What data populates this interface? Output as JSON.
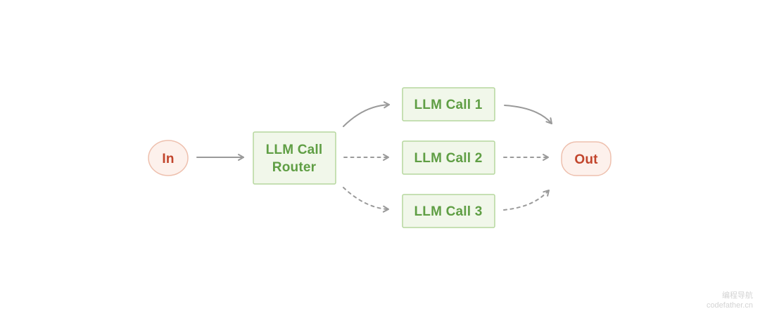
{
  "diagram": {
    "nodes": {
      "in": {
        "label": "In",
        "shape": "ellipse"
      },
      "router": {
        "lines": [
          "LLM Call",
          "Router"
        ],
        "shape": "rect"
      },
      "call1": {
        "label": "LLM Call 1",
        "shape": "rect"
      },
      "call2": {
        "label": "LLM Call 2",
        "shape": "rect"
      },
      "call3": {
        "label": "LLM Call 3",
        "shape": "rect"
      },
      "out": {
        "label": "Out",
        "shape": "pill"
      }
    },
    "edges": [
      {
        "from": "in",
        "to": "router",
        "style": "solid"
      },
      {
        "from": "router",
        "to": "call1",
        "style": "solid"
      },
      {
        "from": "router",
        "to": "call2",
        "style": "dashed"
      },
      {
        "from": "router",
        "to": "call3",
        "style": "dashed"
      },
      {
        "from": "call1",
        "to": "out",
        "style": "solid"
      },
      {
        "from": "call2",
        "to": "out",
        "style": "dashed"
      },
      {
        "from": "call3",
        "to": "out",
        "style": "dashed"
      }
    ],
    "colors": {
      "green_fill": "#f1f7ea",
      "green_border": "#b6d79e",
      "green_text": "#5f9e44",
      "pink_fill": "#fdf1ec",
      "pink_border": "#eec0ae",
      "red_text": "#c2452c",
      "arrow": "#9a9a9a",
      "watermark_text": "#d4d4d4",
      "background": "#ffffff"
    }
  },
  "watermark": {
    "line1": "编程导航",
    "line2": "codefather.cn"
  }
}
